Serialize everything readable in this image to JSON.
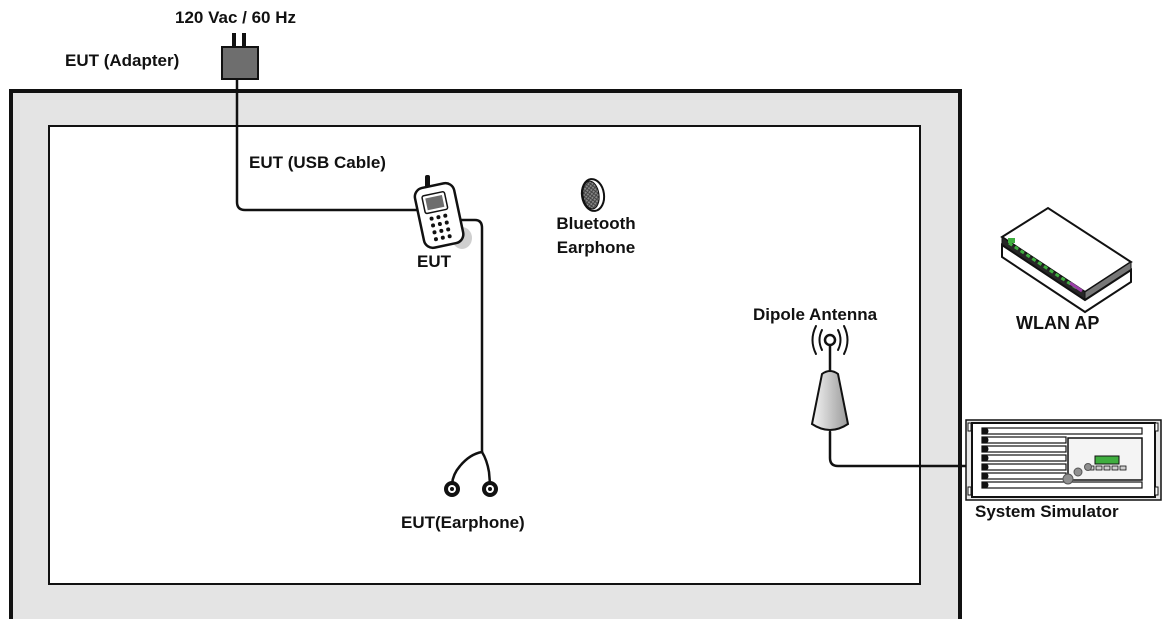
{
  "labels": {
    "power": "120 Vac / 60 Hz",
    "adapter": "EUT (Adapter)",
    "usb_cable": "EUT (USB Cable)",
    "eut": "EUT",
    "bt_line1": "Bluetooth",
    "bt_line2": "Earphone",
    "dipole": "Dipole Antenna",
    "wlan_ap": "WLAN AP",
    "earphone": "EUT(Earphone)",
    "simulator": "System Simulator"
  },
  "colors": {
    "chamber_fill": "#e4e4e4",
    "outline": "#111111",
    "adapter_fill": "#6e6e6e",
    "led_green": "#3fae3f",
    "led_purple": "#9b3fa8"
  },
  "icons": [
    "power-adapter-icon",
    "mobile-phone-icon",
    "bluetooth-earphone-icon",
    "wired-earphone-icon",
    "dipole-antenna-icon",
    "wlan-router-icon",
    "system-simulator-icon"
  ]
}
